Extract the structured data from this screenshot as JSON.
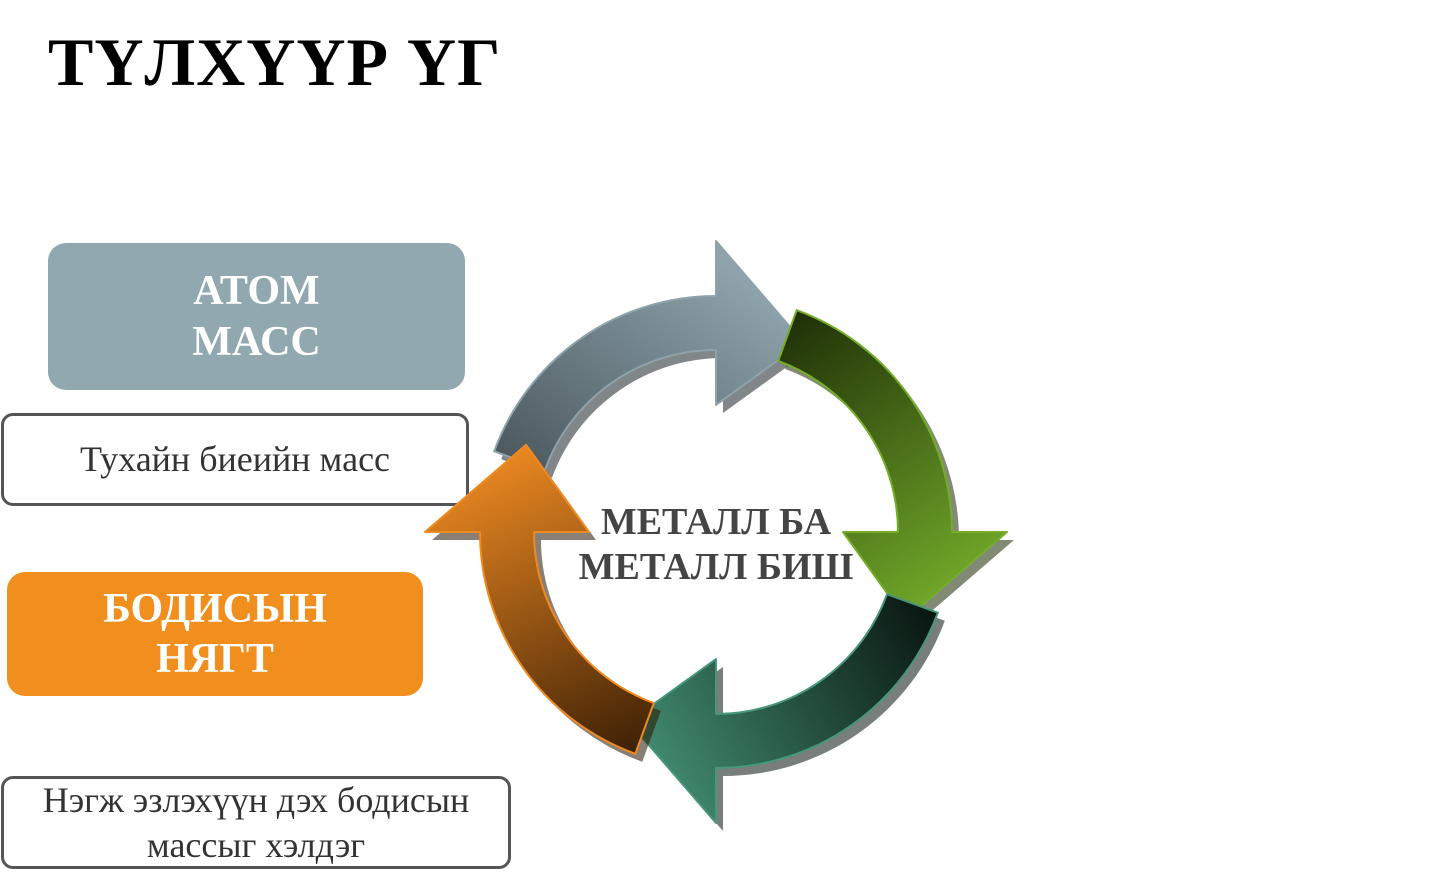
{
  "title": "ТҮЛХҮҮР ҮГ",
  "terms": [
    {
      "lines": [
        "АТОМ",
        "МАСС"
      ],
      "color": "#91a8b0",
      "definition": [
        "Тухайн биеийн масс"
      ]
    },
    {
      "lines": [
        "БОДИСЫН",
        "НЯГТ"
      ],
      "color": "#f08e1e",
      "definition": [
        "Нэгж эзлэхүүн дэх бодисын",
        "массыг хэлдэг"
      ]
    }
  ],
  "cycle": {
    "center": [
      "МЕТАЛЛ БА",
      "МЕТАЛЛ БИШ"
    ],
    "arrows": [
      {
        "name": "gray-arrow",
        "light": "#8ea3ab",
        "dark": "#1a2226"
      },
      {
        "name": "green-arrow",
        "light": "#74ad2a",
        "dark": "#1c2a06"
      },
      {
        "name": "teal-arrow",
        "light": "#47977a",
        "dark": "#08140f"
      },
      {
        "name": "orange-arrow",
        "light": "#ee8a22",
        "dark": "#2a1502"
      }
    ]
  }
}
